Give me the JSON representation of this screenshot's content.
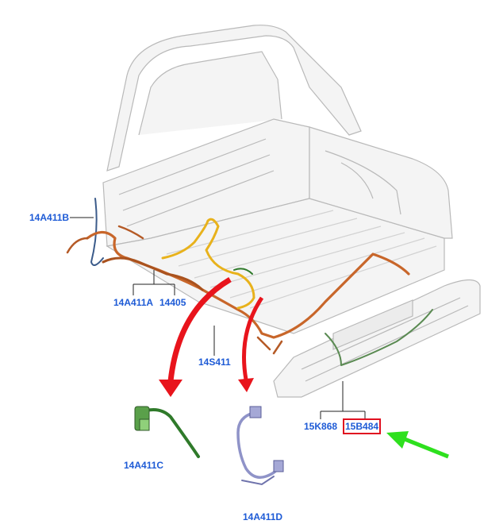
{
  "callouts": [
    {
      "id": "14A411B"
    },
    {
      "id": "14A411A"
    },
    {
      "id": "14405"
    },
    {
      "id": "14S411"
    },
    {
      "id": "15K868"
    },
    {
      "id": "15B484"
    },
    {
      "id": "14A411C"
    },
    {
      "id": "14A411D"
    }
  ],
  "highlighted_callout": "15B484",
  "colors": {
    "callout_text": "#1e5bd6",
    "highlight_box": "#e01020",
    "pointer_arrow": "#2ee01e",
    "view_arrows": "#e8141c",
    "harness_orange": "#c8662a",
    "harness_yellow": "#e8b21c",
    "harness_green": "#2f7a2a",
    "harness_blue": "#8f93c8",
    "body_outline": "#b9b9b9"
  }
}
